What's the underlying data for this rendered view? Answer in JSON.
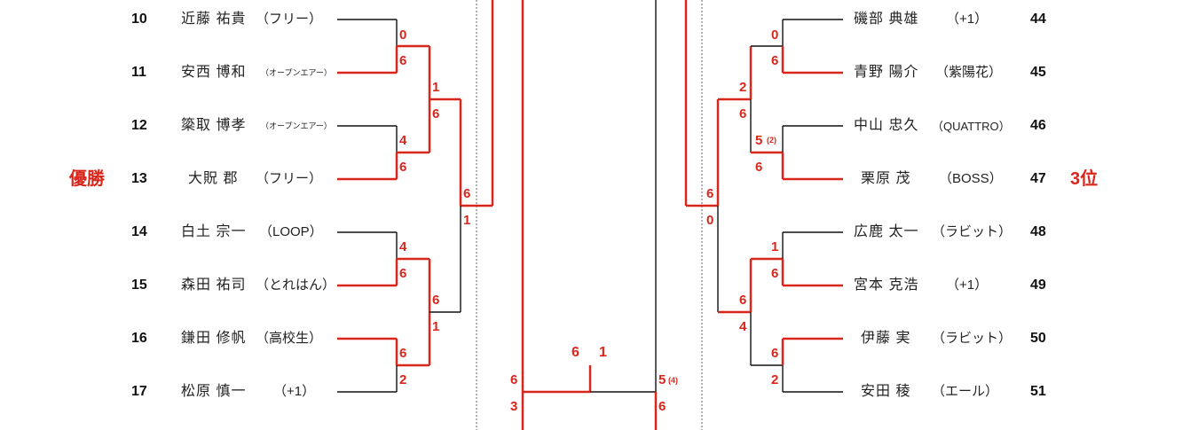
{
  "colors": {
    "win": "#d9261c",
    "line": "#111111",
    "divider": "#666666"
  },
  "left_players": [
    {
      "seed": "10",
      "name": "近藤 祐貴",
      "club": "（フリー）"
    },
    {
      "seed": "11",
      "name": "安西 博和",
      "club": "（オープンエアー）"
    },
    {
      "seed": "12",
      "name": "簗取 博孝",
      "club": "（オープンエアー）"
    },
    {
      "seed": "13",
      "name": "大貺 郡",
      "club": "（フリー）"
    },
    {
      "seed": "14",
      "name": "白土 宗一",
      "club": "（LOOP）"
    },
    {
      "seed": "15",
      "name": "森田 祐司",
      "club": "（とれはん）"
    },
    {
      "seed": "16",
      "name": "鎌田 修帆",
      "club": "（高校生）"
    },
    {
      "seed": "17",
      "name": "松原 慎一",
      "club": "（+1）"
    }
  ],
  "right_players": [
    {
      "seed": "44",
      "name": "磯部 典雄",
      "club": "（+1）"
    },
    {
      "seed": "45",
      "name": "青野 陽介",
      "club": "（紫陽花）"
    },
    {
      "seed": "46",
      "name": "中山 忠久",
      "club": "（QUATTRO）"
    },
    {
      "seed": "47",
      "name": "栗原 茂",
      "club": "（BOSS）"
    },
    {
      "seed": "48",
      "name": "広鹿 太一",
      "club": "（ラビット）"
    },
    {
      "seed": "49",
      "name": "宮本 克浩",
      "club": "（+1）"
    },
    {
      "seed": "50",
      "name": "伊藤 実",
      "club": "（ラビット）"
    },
    {
      "seed": "51",
      "name": "安田 稜",
      "club": "（エール）"
    }
  ],
  "labels": {
    "champion": "優勝",
    "third": "3位"
  },
  "scores": {
    "l_r1_a": [
      "0",
      "6"
    ],
    "l_r1_b": [
      "4",
      "6"
    ],
    "l_r1_c": [
      "4",
      "6"
    ],
    "l_r1_d": [
      "6",
      "2"
    ],
    "l_r2_a": [
      "1",
      "6"
    ],
    "l_r2_b": [
      "6",
      "1"
    ],
    "l_r3": [
      "6",
      "1"
    ],
    "r_r1_a": [
      "0",
      "6"
    ],
    "r_r1_b": [
      "5",
      "6"
    ],
    "r_r1_b_tb": "(2)",
    "r_r1_c": [
      "1",
      "6"
    ],
    "r_r1_d": [
      "6",
      "2"
    ],
    "r_r2_a": [
      "2",
      "6"
    ],
    "r_r2_b": [
      "6",
      "4"
    ],
    "r_r3": [
      "6",
      "0"
    ],
    "final_left": [
      "6",
      "3"
    ],
    "final_right": [
      "5",
      "6"
    ],
    "final_right_tb": "(4)",
    "final_top": [
      "6",
      "1"
    ]
  }
}
